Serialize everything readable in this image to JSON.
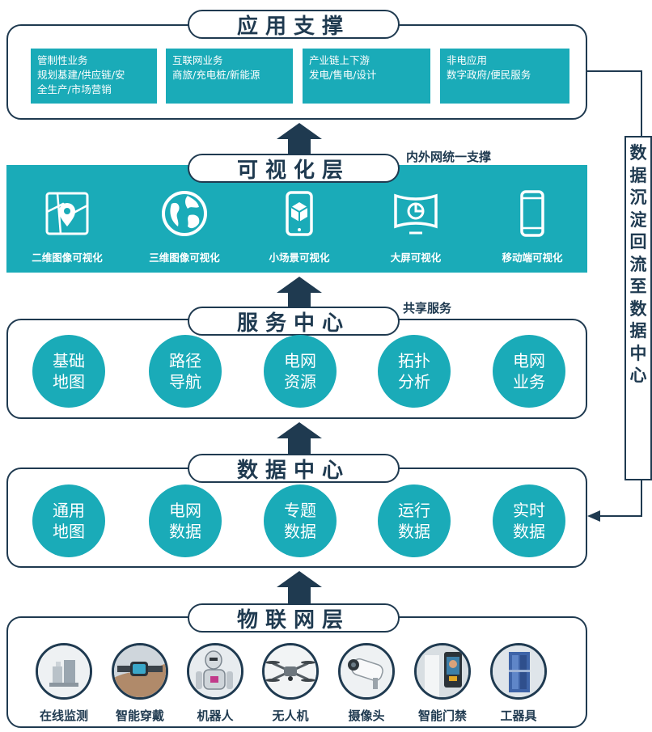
{
  "layers": {
    "application": {
      "title": "应用支撑",
      "boxes": [
        {
          "lines": [
            "管制性业务",
            "规划基建/供应链/安",
            "全生产/市场营销"
          ]
        },
        {
          "lines": [
            "互联网业务",
            "商旅/充电桩/新能源"
          ]
        },
        {
          "lines": [
            "产业链上下游",
            "发电/售电/设计"
          ]
        },
        {
          "lines": [
            "非电应用",
            "数字政府/便民服务"
          ]
        }
      ]
    },
    "visualization": {
      "title": "可视化层",
      "note": "内外网统一支撑",
      "items": [
        {
          "label": "二维图像可视化",
          "icon": "map-pin-icon"
        },
        {
          "label": "三维图像可视化",
          "icon": "globe-icon"
        },
        {
          "label": "小场景可视化",
          "icon": "tablet-cube-icon"
        },
        {
          "label": "大屏可视化",
          "icon": "big-screen-chart-icon"
        },
        {
          "label": "移动端可视化",
          "icon": "mobile-phone-icon"
        }
      ]
    },
    "service": {
      "title": "服务中心",
      "note": "共享服务",
      "items": [
        {
          "line1": "基础",
          "line2": "地图"
        },
        {
          "line1": "路径",
          "line2": "导航"
        },
        {
          "line1": "电网",
          "line2": "资源"
        },
        {
          "line1": "拓扑",
          "line2": "分析"
        },
        {
          "line1": "电网",
          "line2": "业务"
        }
      ]
    },
    "data_center": {
      "title": "数据中心",
      "items": [
        {
          "line1": "通用",
          "line2": "地图"
        },
        {
          "line1": "电网",
          "line2": "数据"
        },
        {
          "line1": "专题",
          "line2": "数据"
        },
        {
          "line1": "运行",
          "line2": "数据"
        },
        {
          "line1": "实时",
          "line2": "数据"
        }
      ]
    },
    "iot": {
      "title": "物联网层",
      "items": [
        {
          "label": "在线监测",
          "icon": "monitoring-device-icon"
        },
        {
          "label": "智能穿戴",
          "icon": "smart-watch-icon"
        },
        {
          "label": "机器人",
          "icon": "robot-icon"
        },
        {
          "label": "无人机",
          "icon": "drone-icon"
        },
        {
          "label": "摄像头",
          "icon": "camera-icon"
        },
        {
          "label": "智能门禁",
          "icon": "access-control-icon"
        },
        {
          "label": "工器具",
          "icon": "tool-icon"
        }
      ]
    }
  },
  "side_note": "数据沉淀回流至数据中心",
  "colors": {
    "teal": "#1aabb8",
    "navy": "#1f3a50"
  }
}
